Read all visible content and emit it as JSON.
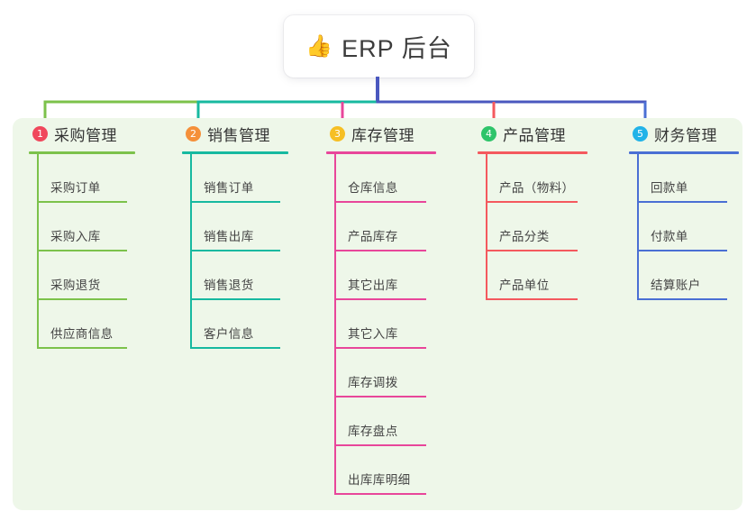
{
  "root": {
    "emoji": "👍",
    "emoji_name": "thumbs-up-icon",
    "title": "ERP 后台"
  },
  "colors": {
    "panel_bg": "#eef7e9",
    "page_bg": "#ffffff",
    "card_bg": "#ffffff",
    "trunk": "#4a58bf",
    "text": "#333333"
  },
  "columns": [
    {
      "index": "1",
      "title": "采购管理",
      "badge_color": "#f0485c",
      "line_color": "#7cc24b",
      "items": [
        "采购订单",
        "采购入库",
        "采购退货",
        "供应商信息"
      ]
    },
    {
      "index": "2",
      "title": "销售管理",
      "badge_color": "#f5903a",
      "line_color": "#17b9a0",
      "items": [
        "销售订单",
        "销售出库",
        "销售退货",
        "客户信息"
      ]
    },
    {
      "index": "3",
      "title": "库存管理",
      "badge_color": "#f6bf24",
      "line_color": "#e8469a",
      "items": [
        "仓库信息",
        "产品库存",
        "其它出库",
        "其它入库",
        "库存调拨",
        "库存盘点",
        "出库库明细"
      ]
    },
    {
      "index": "4",
      "title": "产品管理",
      "badge_color": "#2ec46a",
      "line_color": "#f4595e",
      "items": [
        "产品（物料）",
        "产品分类",
        "产品单位"
      ]
    },
    {
      "index": "5",
      "title": "财务管理",
      "badge_color": "#22b3e8",
      "line_color": "#4a6fd4",
      "items": [
        "回款单",
        "付款单",
        "结算账户"
      ]
    }
  ]
}
